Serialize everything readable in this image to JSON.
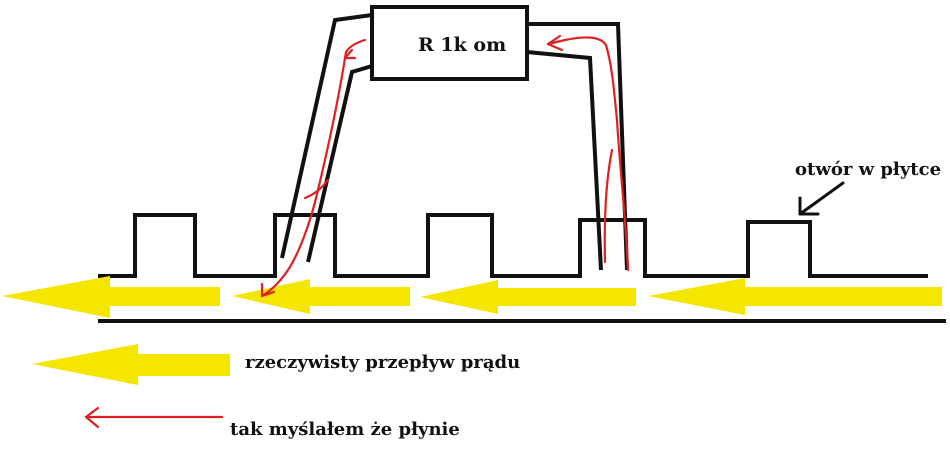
{
  "colors": {
    "wire": "#111111",
    "actual_flow": "#f5e600",
    "assumed_flow": "#e02020",
    "background": "#ffffff"
  },
  "resistor": {
    "label": "R 1k om"
  },
  "hole": {
    "label": "otwór w płytce"
  },
  "legend": {
    "actual_label": "rzeczywisty przepływ prądu",
    "assumed_label": "tak myślałem że płynie"
  }
}
